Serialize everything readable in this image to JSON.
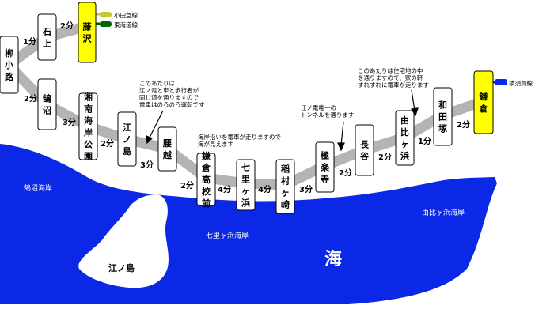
{
  "colors": {
    "line": "#b4b4b4",
    "sea": "#0a28e6",
    "terminal": "#ffff00",
    "odakyu": "#c8c832",
    "tokaido": "#006400",
    "yokosuka": "#0a28e6"
  },
  "stations": [
    {
      "id": "fujisawa",
      "label": "藤沢",
      "terminal": true
    },
    {
      "id": "ishigami",
      "label": "石上"
    },
    {
      "id": "yanagikoji",
      "label": "柳小路"
    },
    {
      "id": "kugenuma",
      "label": "鵠沼"
    },
    {
      "id": "shonan-kaigan-koen",
      "label": "湘南海岸公園"
    },
    {
      "id": "enoshima",
      "label": "江ノ島"
    },
    {
      "id": "koshigoe",
      "label": "腰越"
    },
    {
      "id": "kamakura-koko-mae",
      "label": "鎌倉高校前"
    },
    {
      "id": "shichirigahama",
      "label": "七里ヶ浜"
    },
    {
      "id": "inamuragasaki",
      "label": "稲村ヶ崎"
    },
    {
      "id": "gokurakuji",
      "label": "極楽寺"
    },
    {
      "id": "hase",
      "label": "長谷"
    },
    {
      "id": "yuigahama",
      "label": "由比ヶ浜"
    },
    {
      "id": "wadazuka",
      "label": "和田塚"
    },
    {
      "id": "kamakura",
      "label": "鎌倉",
      "terminal": true
    }
  ],
  "times": [
    "2分",
    "1分",
    "2分",
    "3分",
    "2分",
    "3分",
    "2分",
    "4分",
    "4分",
    "3分",
    "2分",
    "2分",
    "1分",
    "2分"
  ],
  "legend": {
    "odakyu": "小田急線",
    "tokaido": "東海道線",
    "yokosuka": "横須賀線"
  },
  "notes": {
    "enoden_street": [
      "このあたりは",
      "江ノ電と車と歩行者が",
      "同じ道を通りますので",
      "電車はのろのろ運転です"
    ],
    "seaside": [
      "海岸沿いを電車が走りますので",
      "海が見えます"
    ],
    "tunnel": [
      "江ノ電唯一の",
      "トンネルを通ります"
    ],
    "residential": [
      "このあたりは住宅地の中",
      "を通りますので、家の軒",
      "すれすれに電車が走ります"
    ]
  },
  "places": {
    "kugenuma_coast": "鵠沼海岸",
    "enoshima_island": "江ノ島",
    "shichirigahama_coast": "七里ヶ浜海岸",
    "yuigahama_coast": "由比ヶ浜海岸",
    "sea": "海"
  }
}
